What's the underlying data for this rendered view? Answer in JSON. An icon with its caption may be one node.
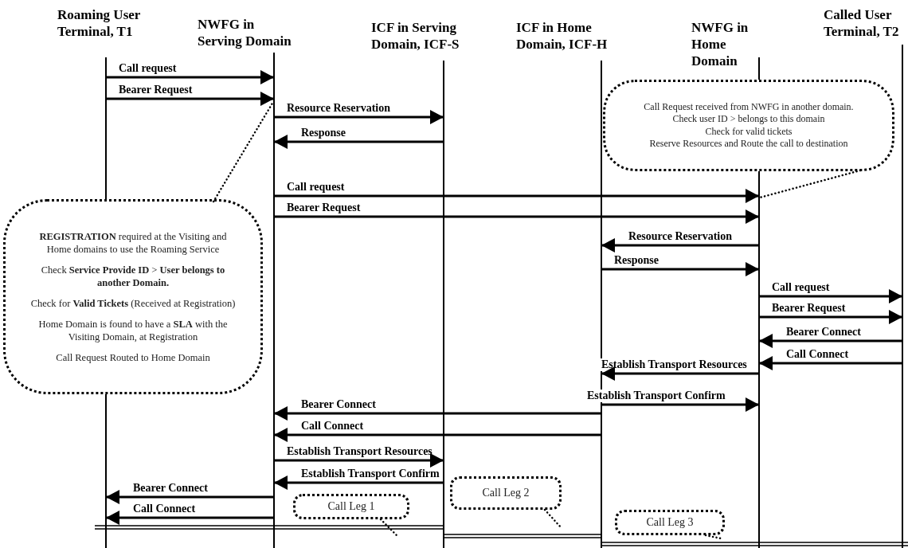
{
  "diagram": {
    "nodes": [
      {
        "text": [
          "Roaming User Terminal, T1"
        ]
      },
      {
        "text": [
          "NWFG in Serving Domain"
        ]
      },
      {
        "text": [
          "ICF in Serving Domain, ICF-S"
        ]
      },
      {
        "text": [
          "ICF in Home Domain, ICF-H"
        ]
      },
      {
        "text": [
          "NWFG in Home Domain"
        ]
      },
      {
        "text": [
          "Called User Terminal, T2"
        ]
      },
      {
        "text": [
          "**REGISTRATION** required at the Visiting and Home domains to use the Roaming Service",
          "Check **Service Provide ID** > **User belongs to another Domain.**",
          "Check for **Valid Tickets** (Received at Registration)",
          "Home Domain is found to have a **SLA** with the Visiting Domain, at Registration",
          "Call Request Routed to Home Domain"
        ]
      },
      {
        "text": [
          "Call Request received from NWFG in another domain.",
          "Check user ID > belongs to this domain",
          "Check for valid tickets",
          "Reserve Resources and Route the call to destination"
        ]
      },
      {
        "text": [
          "Call Leg 1"
        ]
      },
      {
        "text": [
          "Call Leg 2"
        ]
      },
      {
        "text": [
          "Call Leg 3"
        ]
      }
    ],
    "edges": [
      {
        "from": 0,
        "to": 1,
        "arrow": "to",
        "label": "Call request"
      },
      {
        "from": 0,
        "to": 1,
        "arrow": "to",
        "label": "Bearer Request"
      },
      {
        "from": 1,
        "to": 2,
        "arrow": "to",
        "label": "Resource Reservation"
      },
      {
        "from": 2,
        "to": 1,
        "arrow": "to",
        "label": "Response"
      },
      {
        "from": 1,
        "to": 4,
        "arrow": "to",
        "label": "Call request"
      },
      {
        "from": 1,
        "to": 4,
        "arrow": "to",
        "label": "Bearer Request"
      },
      {
        "from": 4,
        "to": 3,
        "arrow": "to",
        "label": "Resource Reservation"
      },
      {
        "from": 3,
        "to": 4,
        "arrow": "to",
        "label": "Response"
      },
      {
        "from": 4,
        "to": 5,
        "arrow": "to",
        "label": "Call request"
      },
      {
        "from": 4,
        "to": 5,
        "arrow": "to",
        "label": "Bearer Request"
      },
      {
        "from": 5,
        "to": 4,
        "arrow": "to",
        "label": "Bearer Connect"
      },
      {
        "from": 5,
        "to": 4,
        "arrow": "to",
        "label": "Call Connect"
      },
      {
        "from": 4,
        "to": 3,
        "arrow": "to",
        "label": "Establish Transport Resources"
      },
      {
        "from": 3,
        "to": 4,
        "arrow": "to",
        "label": "Establish Transport Confirm"
      },
      {
        "from": 3,
        "to": 1,
        "arrow": "to",
        "label": "Bearer Connect"
      },
      {
        "from": 3,
        "to": 1,
        "arrow": "to",
        "label": "Call Connect"
      },
      {
        "from": 1,
        "to": 2,
        "arrow": "to",
        "label": "Establish Transport Resources"
      },
      {
        "from": 2,
        "to": 1,
        "arrow": "to",
        "label": "Establish Transport Confirm"
      },
      {
        "from": 1,
        "to": 0,
        "arrow": "to",
        "label": "Bearer Connect"
      },
      {
        "from": 1,
        "to": 0,
        "arrow": "to",
        "label": "Call Connect"
      },
      {
        "from": 0,
        "to": 2,
        "arrow": "none"
      },
      {
        "from": 2,
        "to": 3,
        "arrow": "none"
      },
      {
        "from": 3,
        "to": 5,
        "arrow": "none"
      },
      {
        "from": 6,
        "to": 1,
        "arrow": "none",
        "style": "dashed"
      },
      {
        "from": 7,
        "to": 4,
        "arrow": "none",
        "style": "dashed"
      },
      {
        "from": 8,
        "to": null,
        "arrow": "none",
        "style": "dashed"
      },
      {
        "from": 9,
        "to": null,
        "arrow": "none",
        "style": "dashed"
      },
      {
        "from": 10,
        "to": null,
        "arrow": "none",
        "style": "dashed"
      }
    ]
  }
}
